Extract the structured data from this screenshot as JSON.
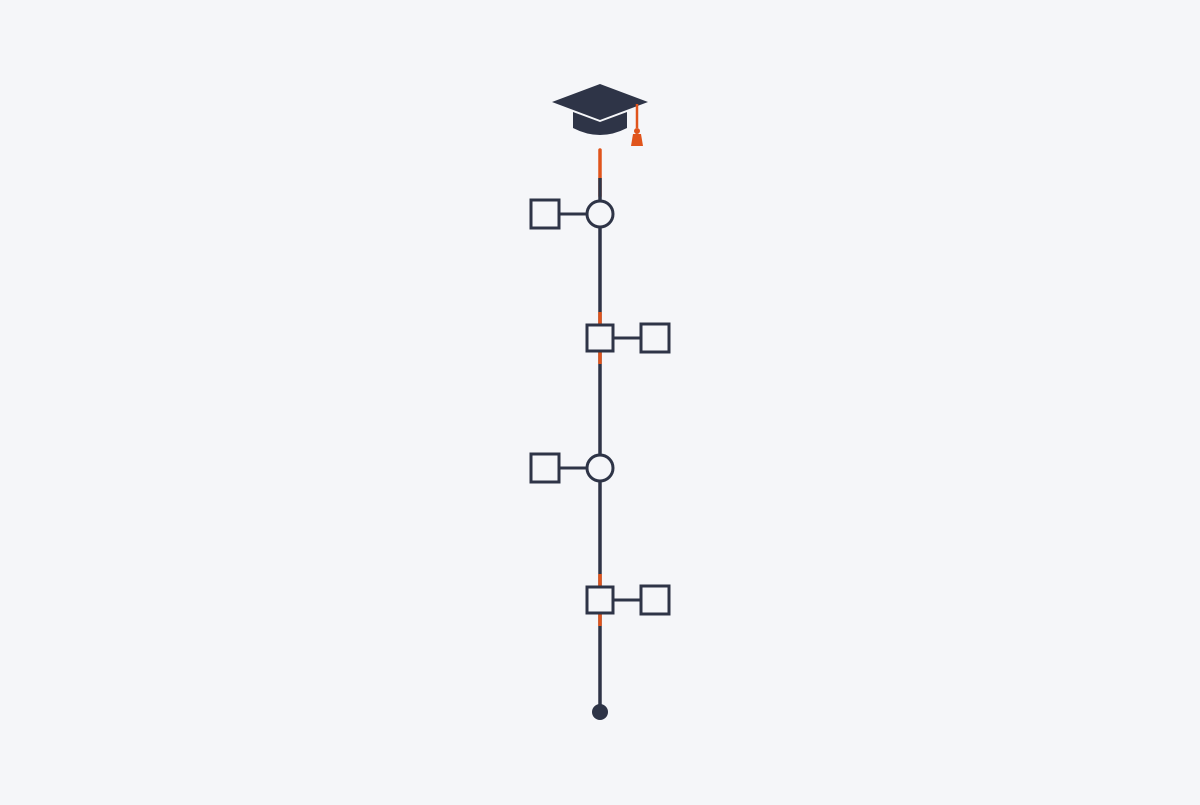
{
  "diagram": {
    "type": "vertical-timeline",
    "top_icon": "graduation-cap-icon",
    "end_marker": "filled-dot",
    "milestones": [
      {
        "node": "circle",
        "side": "left",
        "accent": false
      },
      {
        "node": "square",
        "side": "right",
        "accent": true
      },
      {
        "node": "circle",
        "side": "left",
        "accent": false
      },
      {
        "node": "square",
        "side": "right",
        "accent": true
      }
    ]
  },
  "colors": {
    "background": "#f5f6f9",
    "line": "#2e3447",
    "accent": "#e0541c",
    "node_fill": "#f5f6f9"
  }
}
